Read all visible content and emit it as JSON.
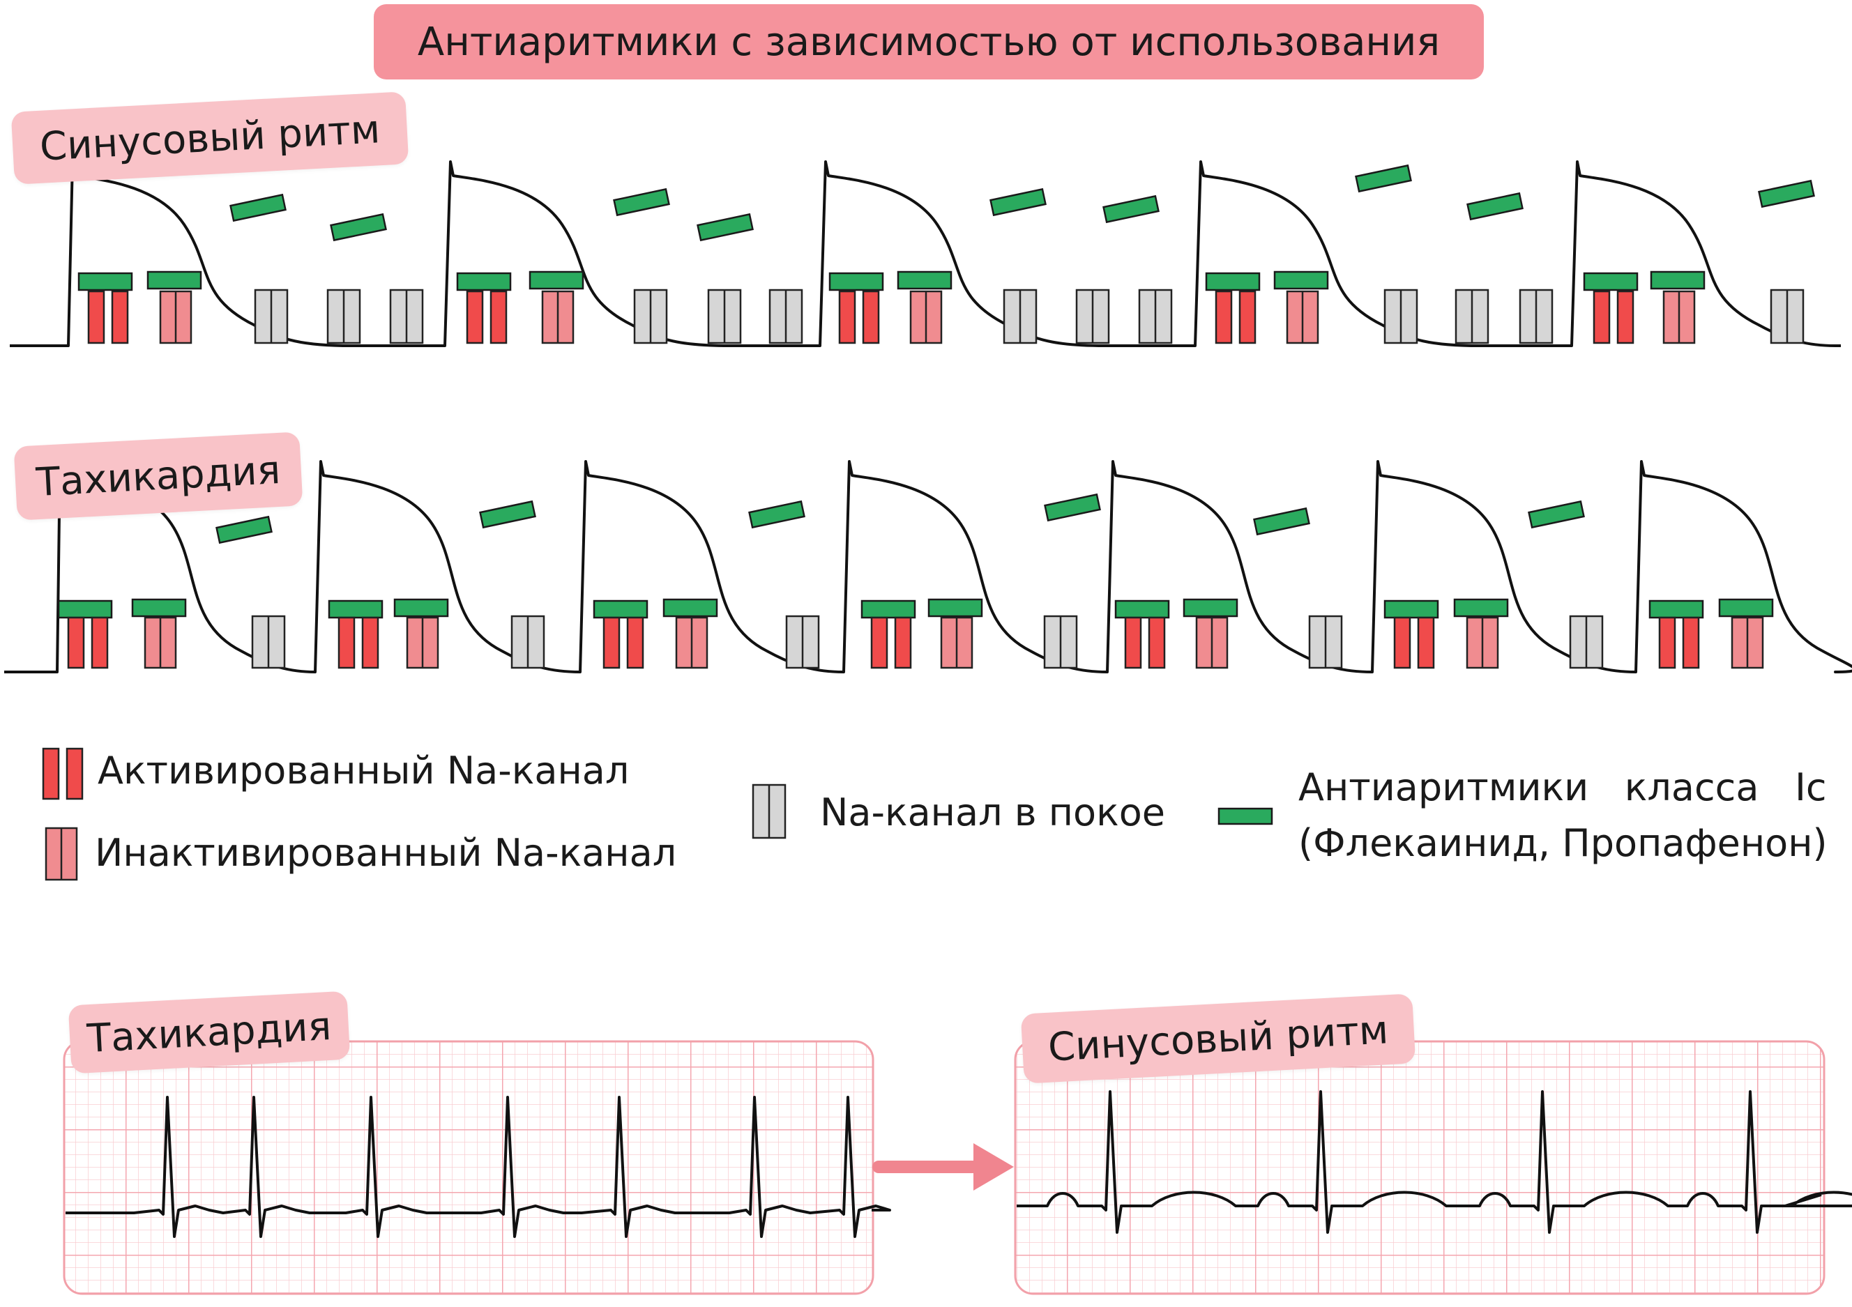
{
  "title": "Антиаритмики с зависимостью от использования",
  "rows": [
    {
      "label": "Синусовый ритм"
    },
    {
      "label": "Тахикардия"
    }
  ],
  "legend": {
    "activated": "Активированный Na-канал",
    "inactivated": "Инактивированный Na-канал",
    "resting": "Na-канал в покое",
    "drug_line1": "Антиаритмики   класса   Ic",
    "drug_line2": "(Флекаинид, Пропафенон)"
  },
  "ecg": {
    "before_label": "Тахикардия",
    "after_label": "Синусовый ритм"
  },
  "colors": {
    "title_bg": "#f5939c",
    "label_bg": "#f9c3c8",
    "activated": "#f04b4b",
    "inactivated": "#f08c90",
    "resting": "#d6d6d6",
    "drug": "#2aaa5e",
    "ecg_grid": "#f6b3bb",
    "arrow": "#f0858f"
  }
}
